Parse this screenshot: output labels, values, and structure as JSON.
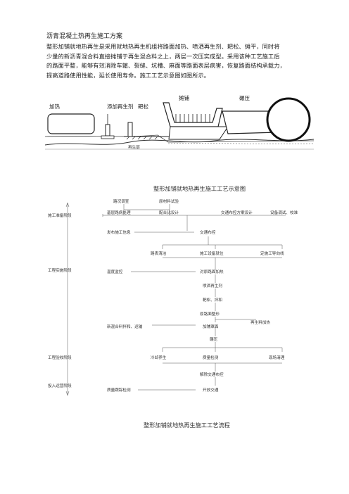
{
  "doc": {
    "title": "沥青混凝土热再生施工方案",
    "paragraph": [
      "整形加铺就地热再生是采用就地热再生机组将路面加热、喷洒再生剂、耙松、摊平，同时将",
      "少量的新沥青混合料直接摊铺于再生混合料之上，两层一次压实成型。采用该种工艺施工后",
      "的路面平整，能够有效消除车辙、裂缝、坑槽、麻面等路面表层病害，恢复路面结构承载力，",
      "提高道路使用性能，延长使用寿命。施工工艺示意图如图所示。"
    ],
    "caption1": "整形加铺就地热再生施工工艺示意图",
    "caption2": "整形加铺就地热再生施工工艺流程"
  },
  "diagram1": {
    "labels": {
      "heat": "加热",
      "agent": "添加再生剂",
      "rake": "耙松",
      "pave": "摊铺",
      "roll": "碾压",
      "layer": "再生层"
    }
  },
  "flow": {
    "phases": [
      "施工准备阶段",
      "工程实施阶段",
      "工程验收阶段",
      "投入运营阶段"
    ],
    "nodes": {
      "survey": "路况调查",
      "material_test": "原材料试验",
      "base_treat": "基层路病处理",
      "mix_design": "配合比设计",
      "traffic_plan": "交通布控方案设计",
      "equip": "设备调试、校准",
      "notice": "发布施工信息",
      "traffic_ctrl": "交通布控",
      "clean": "路表清洁",
      "position": "施工设备就位",
      "guide": "定施工导向线",
      "temp": "温度监控",
      "heat": "对原路面加热",
      "spray": "喷洒再生剂",
      "rake": "耙松、拌和",
      "shape": "原路面整形",
      "agent_add": "再生料加热",
      "new_mix": "新混合料拌和、运输",
      "overlay": "加铺罩面",
      "compact": "碾压",
      "cool": "冷却养生",
      "quality": "质量检测",
      "cleanup": "现场清理",
      "lift": "解除交通布控",
      "track": "质量跟踪检测",
      "open": "开放交通"
    }
  }
}
